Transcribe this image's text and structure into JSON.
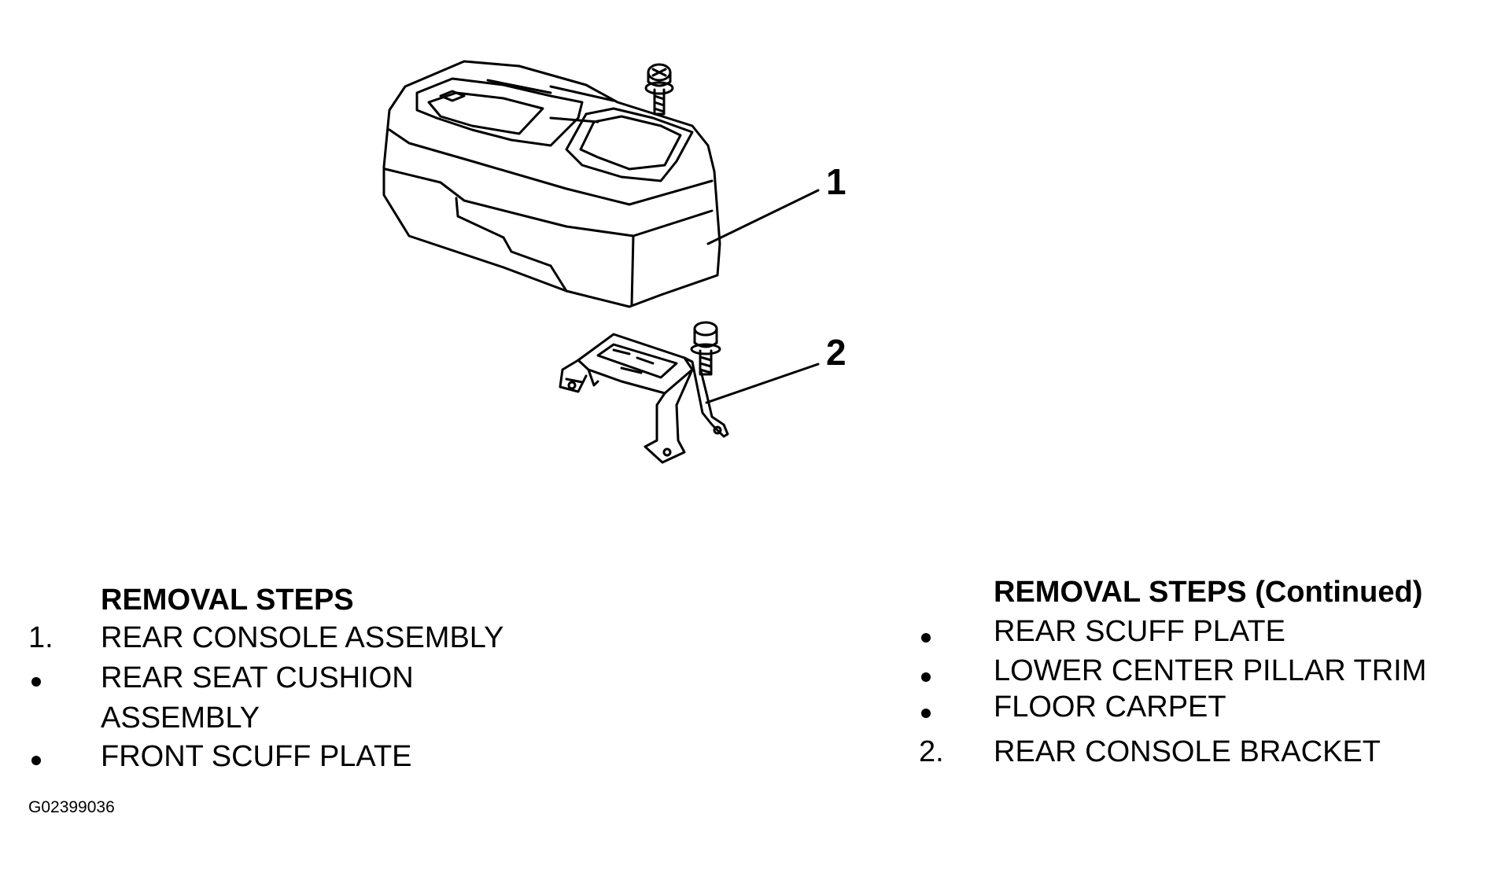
{
  "callouts": {
    "part1": "1",
    "part2": "2"
  },
  "left_list": {
    "heading": "REMOVAL STEPS",
    "items": [
      {
        "marker": "1.",
        "text": "REAR CONSOLE ASSEMBLY"
      },
      {
        "marker": "bullet",
        "text": "REAR SEAT CUSHION"
      },
      {
        "marker": "",
        "text": "ASSEMBLY"
      },
      {
        "marker": "bullet",
        "text": "FRONT SCUFF PLATE"
      }
    ]
  },
  "right_list": {
    "heading": "REMOVAL STEPS (Continued)",
    "items": [
      {
        "marker": "bullet",
        "text": "REAR SCUFF PLATE"
      },
      {
        "marker": "bullet",
        "text": "LOWER CENTER PILLAR TRIM"
      },
      {
        "marker": "bullet",
        "text": "FLOOR CARPET"
      },
      {
        "marker": "2.",
        "text": "REAR CONSOLE BRACKET"
      }
    ]
  },
  "figure_id": "G02399036"
}
